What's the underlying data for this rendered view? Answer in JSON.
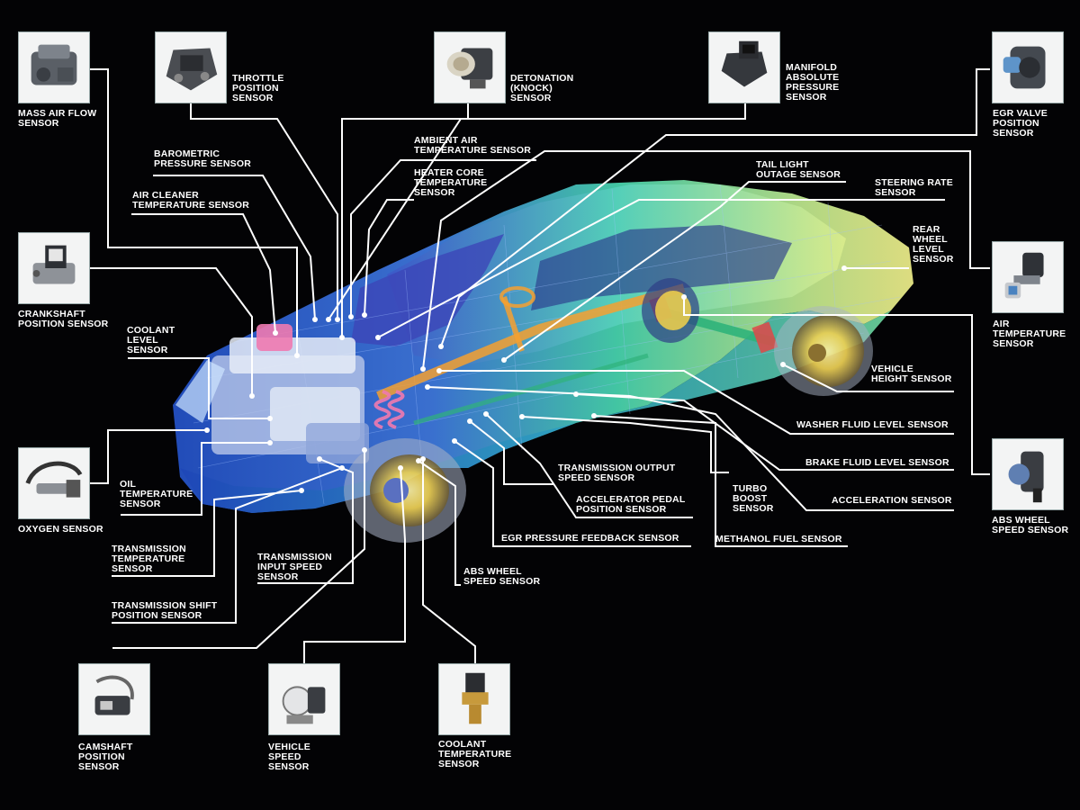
{
  "labels": {
    "maf": "MASS AIR FLOW\nSENSOR",
    "tps": "THROTTLE\nPOSITION\nSENSOR",
    "knock": "DETONATION\n(KNOCK)\nSENSOR",
    "map": "MANIFOLD\nABSOLUTE\nPRESSURE\nSENSOR",
    "egr_valve": "EGR VALVE\nPOSITION\nSENSOR",
    "ambient": "AMBIENT AIR\nTEMPERATURE SENSOR",
    "baro": "BAROMETRIC\nPRESSURE SENSOR",
    "heater_core": "HEATER CORE\nTEMPERATURE\nSENSOR",
    "tail_light": "TAIL LIGHT\nOUTAGE SENSOR",
    "steering": "STEERING RATE\nSENSOR",
    "air_cleaner": "AIR CLEANER\nTEMPERATURE SENSOR",
    "rear_wheel": "REAR\nWHEEL\nLEVEL\nSENSOR",
    "crankshaft": "CRANKSHAFT\nPOSITION SENSOR",
    "air_temp": "AIR\nTEMPERATURE\nSENSOR",
    "coolant_level": "COOLANT\nLEVEL\nSENSOR",
    "vehicle_height": "VEHICLE\nHEIGHT SENSOR",
    "washer": "WASHER FLUID LEVEL SENSOR",
    "trans_output": "TRANSMISSION OUTPUT\nSPEED SENSOR",
    "brake_fluid": "BRAKE FLUID LEVEL SENSOR",
    "oil_temp": "OIL\nTEMPERATURE\nSENSOR",
    "accel_pedal": "ACCELERATOR PEDAL\nPOSITION SENSOR",
    "turbo": "TURBO\nBOOST\nSENSOR",
    "acceleration": "ACCELERATION SENSOR",
    "oxygen": "OXYGEN SENSOR",
    "abs_wheel_right": "ABS WHEEL\nSPEED SENSOR",
    "egr_pressure": "EGR PRESSURE FEEDBACK SENSOR",
    "methanol": "METHANOL FUEL SENSOR",
    "trans_temp": "TRANSMISSION\nTEMPERATURE\nSENSOR",
    "trans_input": "TRANSMISSION\nINPUT SPEED\nSENSOR",
    "abs_wheel_center": "ABS WHEEL\nSPEED SENSOR",
    "trans_shift": "TRANSMISSION SHIFT\nPOSITION SENSOR",
    "camshaft": "CAMSHAFT\nPOSITION\nSENSOR",
    "vehicle_speed": "VEHICLE\nSPEED\nSENSOR",
    "coolant_temp": "COOLANT\nTEMPERATURE\nSENSOR"
  },
  "colors": {
    "background": "#030305",
    "leader_line": "#ffffff",
    "label_text": "#ffffff",
    "body_blue": "#2a5fd0",
    "body_green": "#44d7a8",
    "body_yellow": "#f2f08a",
    "component_pink": "#f07ab0",
    "component_orange": "#f5a030",
    "wheel_yellow": "#f3d64a"
  }
}
